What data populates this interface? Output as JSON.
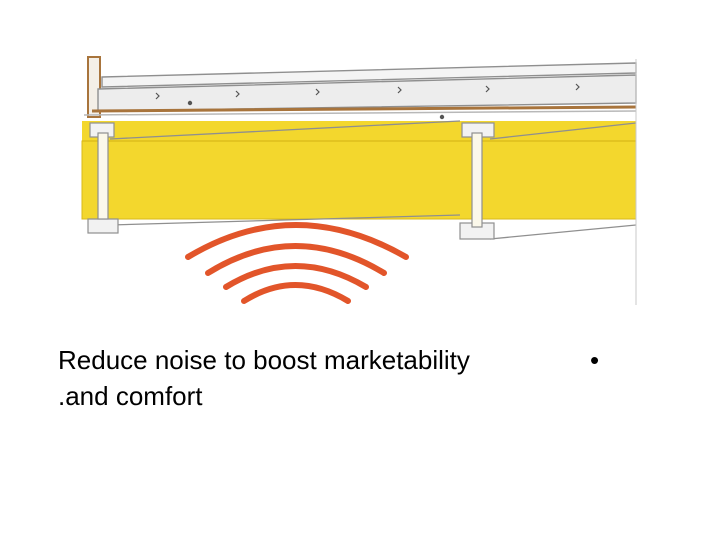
{
  "slide": {
    "bullet_symbol": "•",
    "text_line_1": "Reduce noise to boost marketability",
    "text_line_2": ".and comfort"
  },
  "illustration": {
    "name": "floor-assembly-noise-diagram",
    "colors": {
      "joist_fill": "#f3d72d",
      "joist_edge": "#d9b81a",
      "subfloor": "#e6e6e6",
      "framing_line": "#8f8f8f",
      "sound_waves": "#e2552a",
      "wood_trim": "#a8743c"
    }
  }
}
